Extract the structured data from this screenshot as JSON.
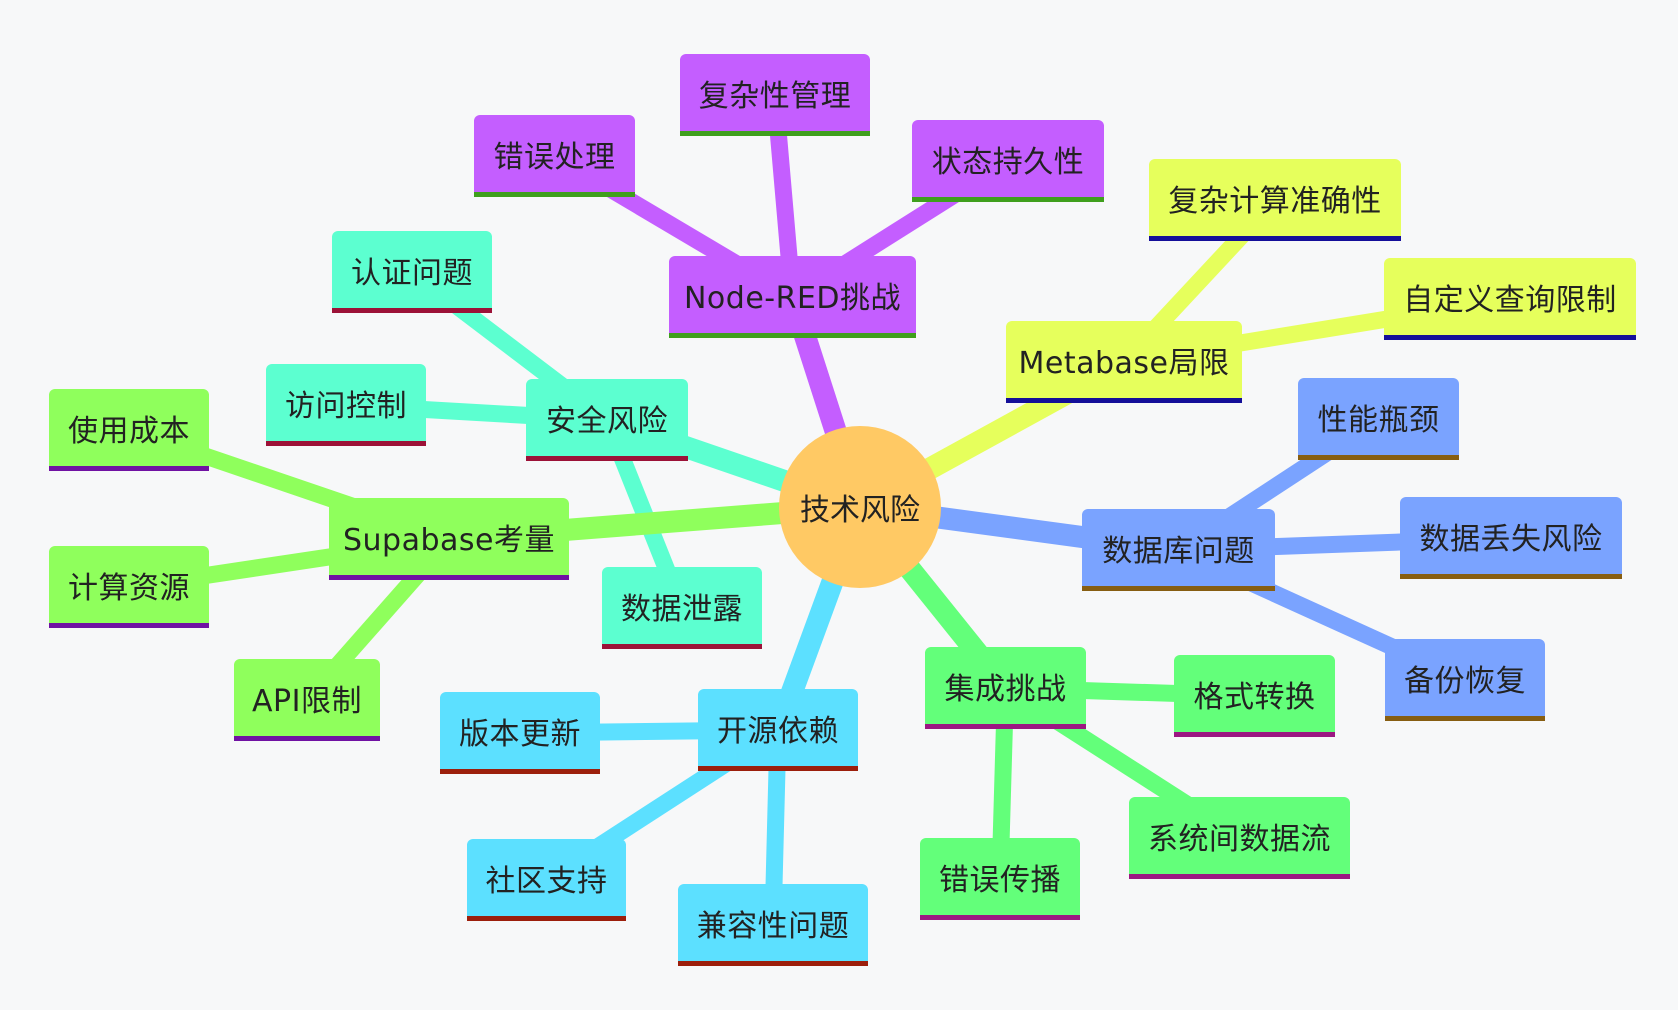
{
  "root": {
    "label": "技术风险",
    "color": "#ffc964"
  },
  "branches": [
    {
      "id": "nodered",
      "label": "Node-RED挑战",
      "color": "#c45eff",
      "underline": "#3f9f1d",
      "children": [
        {
          "id": "error-handling",
          "label": "错误处理"
        },
        {
          "id": "complexity",
          "label": "复杂性管理"
        },
        {
          "id": "state-persistence",
          "label": "状态持久性"
        }
      ]
    },
    {
      "id": "metabase",
      "label": "Metabase局限",
      "color": "#e6ff5c",
      "underline": "#140f99",
      "children": [
        {
          "id": "complex-calc",
          "label": "复杂计算准确性"
        },
        {
          "id": "custom-query",
          "label": "自定义查询限制"
        }
      ]
    },
    {
      "id": "database",
      "label": "数据库问题",
      "color": "#7aa3ff",
      "underline": "#875e12",
      "children": [
        {
          "id": "perf-bottleneck",
          "label": "性能瓶颈"
        },
        {
          "id": "data-loss",
          "label": "数据丢失风险"
        },
        {
          "id": "backup",
          "label": "备份恢复"
        }
      ]
    },
    {
      "id": "integration",
      "label": "集成挑战",
      "color": "#63ff7a",
      "underline": "#9c1782",
      "children": [
        {
          "id": "format-convert",
          "label": "格式转换"
        },
        {
          "id": "data-flow",
          "label": "系统间数据流"
        },
        {
          "id": "error-propagation",
          "label": "错误传播"
        }
      ]
    },
    {
      "id": "opensource",
      "label": "开源依赖",
      "color": "#5ce0ff",
      "underline": "#9c1f0c",
      "children": [
        {
          "id": "version-update",
          "label": "版本更新"
        },
        {
          "id": "community",
          "label": "社区支持"
        },
        {
          "id": "compat",
          "label": "兼容性问题"
        }
      ]
    },
    {
      "id": "supabase",
      "label": "Supabase考量",
      "color": "#8fff5c",
      "underline": "#7012a3",
      "children": [
        {
          "id": "usage-cost",
          "label": "使用成本"
        },
        {
          "id": "compute",
          "label": "计算资源"
        },
        {
          "id": "api-limit",
          "label": "API限制"
        }
      ]
    },
    {
      "id": "security",
      "label": "安全风险",
      "color": "#5cffd0",
      "underline": "#9c1238",
      "children": [
        {
          "id": "auth",
          "label": "认证问题"
        },
        {
          "id": "access",
          "label": "访问控制"
        },
        {
          "id": "leak",
          "label": "数据泄露"
        }
      ]
    }
  ]
}
